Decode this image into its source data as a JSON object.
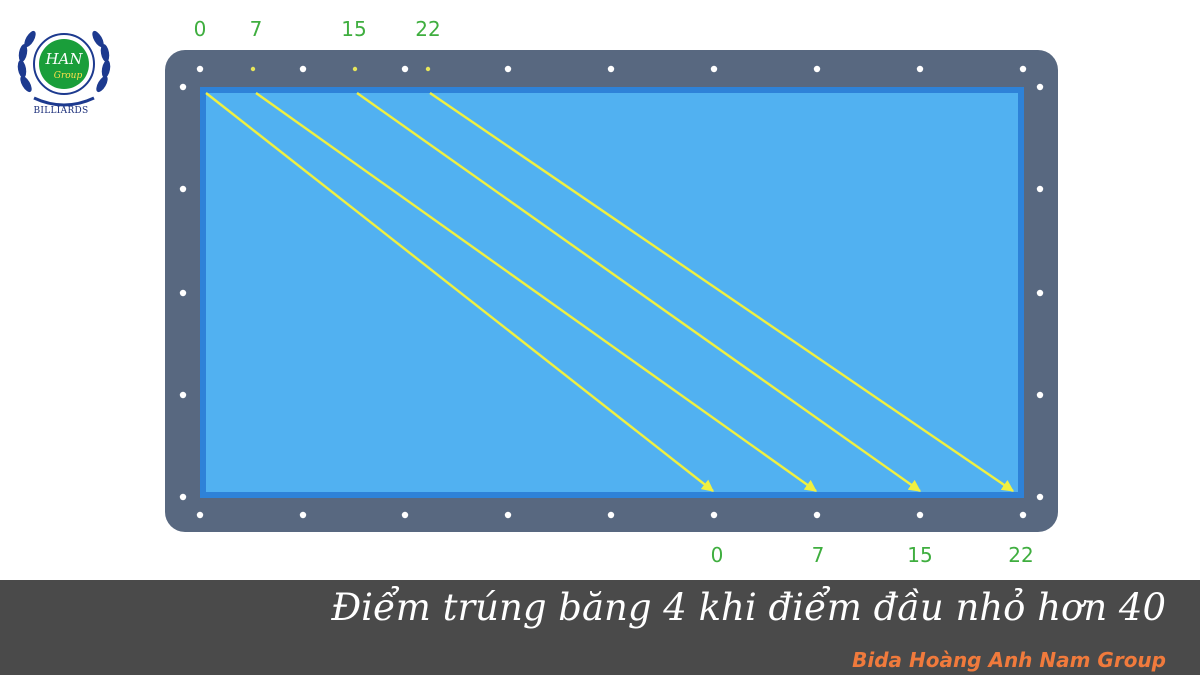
{
  "logo": {
    "monogram": "HAN",
    "sub": "Group",
    "caption": "BILLIARDS"
  },
  "diagram": {
    "top_labels": [
      "0",
      "7",
      "15",
      "22"
    ],
    "bottom_labels": [
      "0",
      "7",
      "15",
      "22"
    ],
    "colors": {
      "rail": "#586880",
      "cloth": "#51b1f1",
      "cushion": "#2e82d8",
      "arrow": "#f0f040",
      "label": "#3fae3f"
    }
  },
  "footer": {
    "caption": "Điểm trúng băng 4 khi điểm đầu nhỏ hơn 40",
    "brand": "Bida Hoàng Anh Nam Group"
  }
}
